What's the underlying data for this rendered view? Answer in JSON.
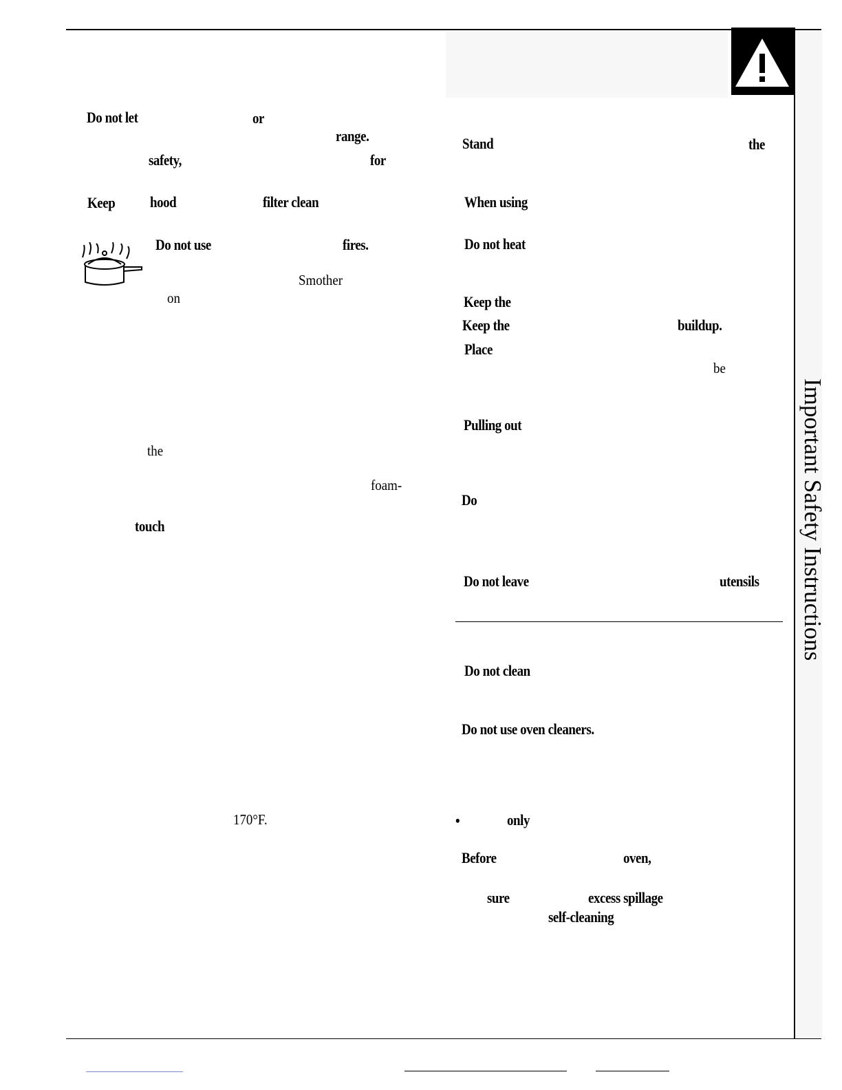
{
  "left_column": {
    "do_not_let": "Do not let",
    "or": "or",
    "range": "range.",
    "safety": "safety,",
    "for": "for",
    "keep": "Keep",
    "hood": "hood",
    "filter_clean": "filter clean",
    "do_not_use": "Do not use",
    "fires": "fires.",
    "smother": "Smother",
    "on": "on",
    "the": "the",
    "foam": "foam-",
    "touch": "touch",
    "temp": "170°F."
  },
  "right_column": {
    "stand": "Stand",
    "the": "the",
    "when_using": "When using",
    "do_not_heat": "Do not heat",
    "keep_the_1": "Keep the",
    "keep_the_2": "Keep the",
    "buildup": "buildup.",
    "place": "Place",
    "be": "be",
    "pulling_out": "Pulling out",
    "do": "Do",
    "do_not_leave": "Do not leave",
    "utensils": "utensils",
    "do_not_clean": "Do not clean",
    "do_not_use_oven_cleaners": "Do not use oven cleaners.",
    "bullet": "•",
    "only": "only",
    "before": "Before",
    "oven": "oven,",
    "sure": "sure",
    "excess_spillage": "excess spillage",
    "self_cleaning": "self-cleaning"
  },
  "sidebar": {
    "title": "Important Safety Instructions"
  },
  "icons": {
    "warning": "warning-triangle-icon",
    "pot_fire": "pot-on-fire-icon"
  }
}
